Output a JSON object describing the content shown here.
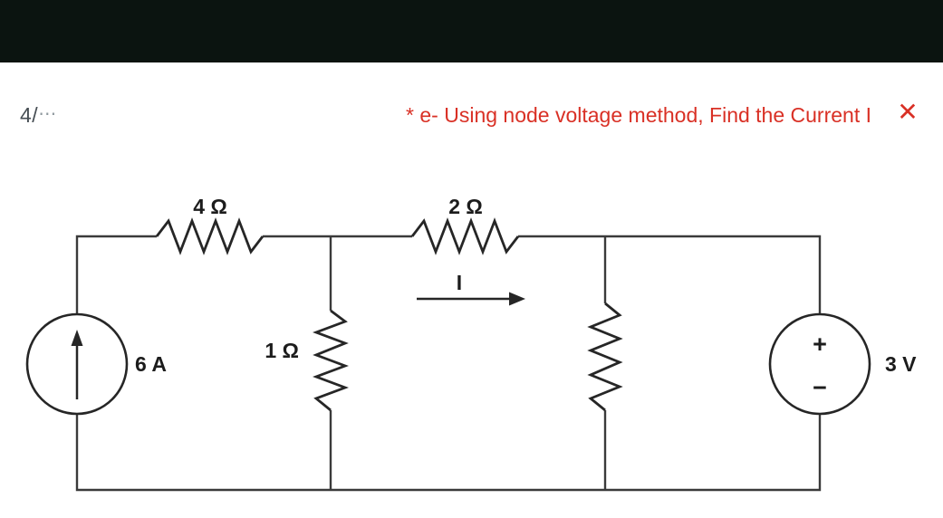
{
  "header": {
    "page_number": "4/",
    "page_ellipsis": "⋯",
    "question_title": "* e- Using node voltage method, Find the Current I",
    "close_icon": "✕"
  },
  "colors": {
    "top_bar": "#0b1410",
    "title_red": "#d93025",
    "wire": "#3a3a3a"
  },
  "circuit": {
    "current_source": {
      "label": "6 A"
    },
    "resistor_top_left": {
      "label": "4 Ω"
    },
    "resistor_top_right": {
      "label": "2 Ω"
    },
    "resistor_middle": {
      "label": "1 Ω"
    },
    "voltage_source": {
      "label": "3 V",
      "plus": "+",
      "minus": "−"
    },
    "current_arrow": {
      "label": "I"
    }
  }
}
